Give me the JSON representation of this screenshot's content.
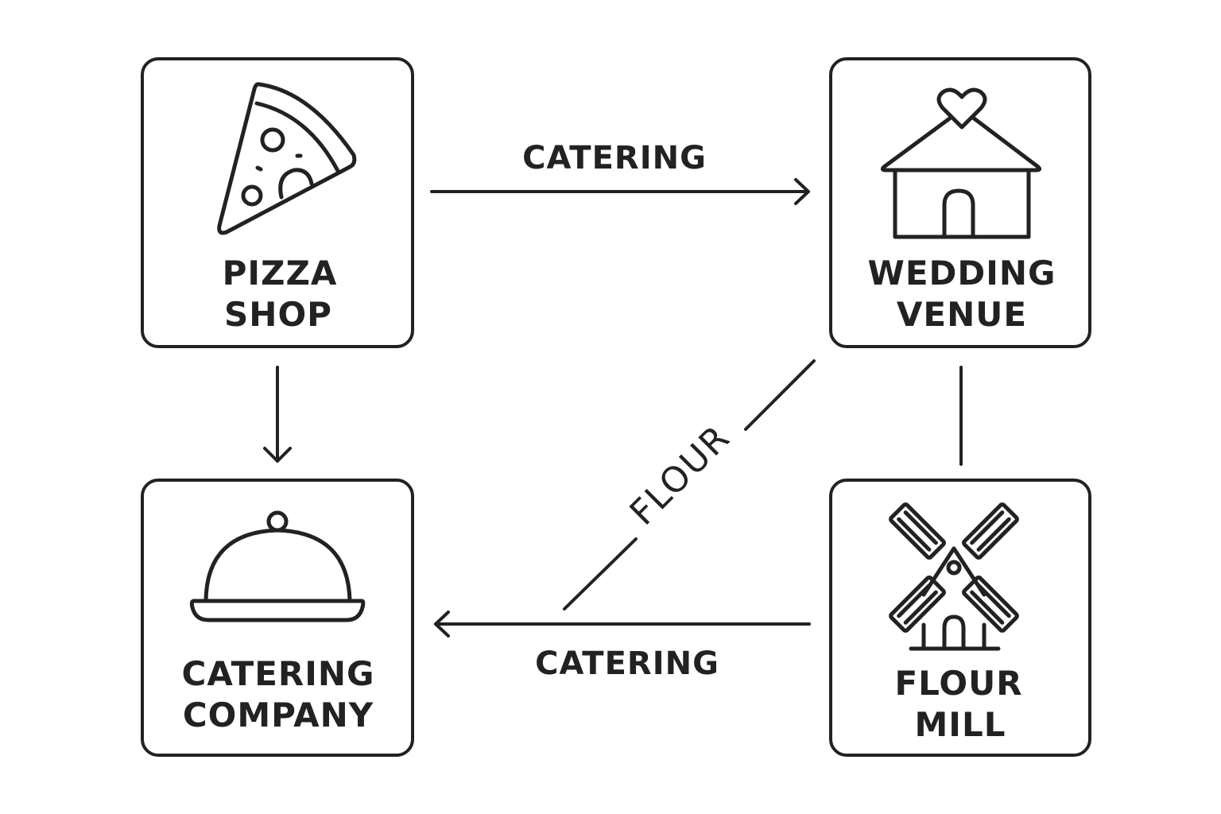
{
  "diagram": {
    "nodes": {
      "pizza_shop": {
        "line1": "PIZZA",
        "line2": "SHOP",
        "icon": "pizza-slice-icon"
      },
      "wedding_venue": {
        "line1": "WEDDING",
        "line2": "VENUE",
        "icon": "house-heart-icon"
      },
      "catering_company": {
        "line1": "CATERING",
        "line2": "COMPANY",
        "icon": "cloche-icon"
      },
      "flour_mill": {
        "line1": "FLOUR",
        "line2": "MILL",
        "icon": "windmill-icon"
      }
    },
    "edges": {
      "pizza_to_venue": {
        "label": "CATERING",
        "from": "pizza_shop",
        "to": "wedding_venue",
        "arrow": true
      },
      "pizza_to_catering": {
        "label": "",
        "from": "pizza_shop",
        "to": "catering_company",
        "arrow": true
      },
      "venue_to_catering": {
        "label": "FLOUR",
        "from": "wedding_venue",
        "to": "catering_company",
        "arrow": false
      },
      "venue_to_mill": {
        "label": "",
        "from": "wedding_venue",
        "to": "flour_mill",
        "arrow": false
      },
      "mill_to_catering": {
        "label": "CATERING",
        "from": "flour_mill",
        "to": "catering_company",
        "arrow": true
      }
    }
  }
}
